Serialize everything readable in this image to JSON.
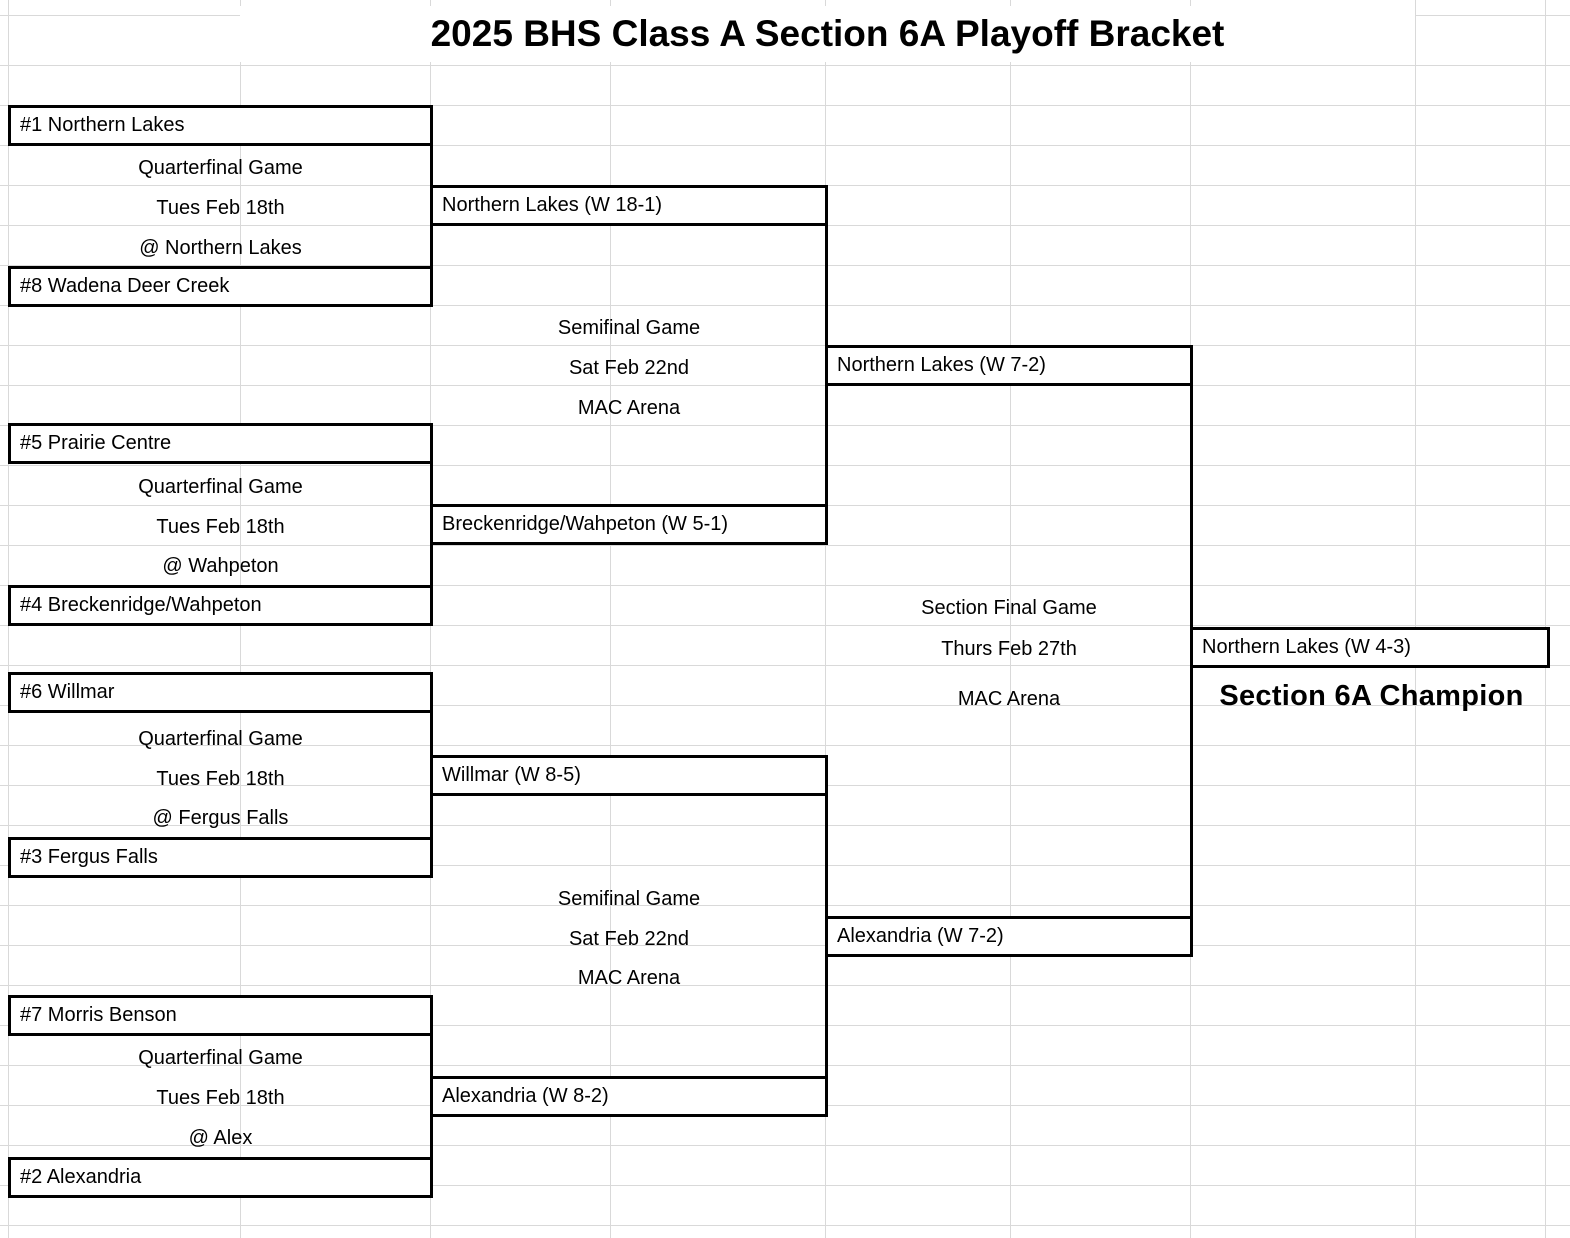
{
  "title": "2025 BHS Class A Section 6A Playoff Bracket",
  "quarterfinals": [
    {
      "top_seed": "#1 Northern Lakes",
      "label": "Quarterfinal Game",
      "date": "Tues Feb 18th",
      "location": "@ Northern Lakes",
      "bottom_seed": "#8 Wadena Deer Creek"
    },
    {
      "top_seed": "#5 Prairie Centre",
      "label": "Quarterfinal Game",
      "date": "Tues Feb 18th",
      "location": "@ Wahpeton",
      "bottom_seed": "#4 Breckenridge/Wahpeton"
    },
    {
      "top_seed": "#6 Willmar",
      "label": "Quarterfinal Game",
      "date": "Tues Feb 18th",
      "location": "@ Fergus Falls",
      "bottom_seed": "#3 Fergus Falls"
    },
    {
      "top_seed": "#7 Morris Benson",
      "label": "Quarterfinal Game",
      "date": "Tues Feb 18th",
      "location": "@ Alex",
      "bottom_seed": "#2 Alexandria"
    }
  ],
  "qf_winners": [
    "Northern Lakes (W 18-1)",
    "Breckenridge/Wahpeton (W 5-1)",
    "Willmar (W 8-5)",
    "Alexandria (W 8-2)"
  ],
  "semifinals": [
    {
      "label": "Semifinal Game",
      "date": "Sat Feb 22nd",
      "location": "MAC Arena"
    },
    {
      "label": "Semifinal Game",
      "date": "Sat Feb 22nd",
      "location": "MAC Arena"
    }
  ],
  "sf_winners": [
    "Northern Lakes (W 7-2)",
    "Alexandria (W 7-2)"
  ],
  "final_game": {
    "label": "Section Final Game",
    "date": "Thurs Feb 27th",
    "location": "MAC Arena"
  },
  "champion": {
    "team": "Northern Lakes (W 4-3)",
    "caption": "Section 6A Champion"
  }
}
